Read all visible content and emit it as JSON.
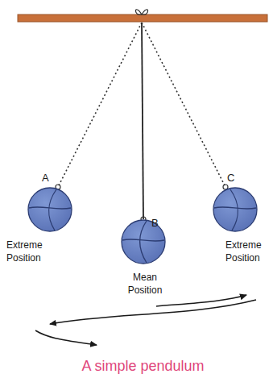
{
  "diagram": {
    "caption": "A simple pendulum",
    "labels": [
      "A",
      "B",
      "C",
      "Extreme Position",
      "Mean Position",
      "Extreme Position"
    ]
  }
}
